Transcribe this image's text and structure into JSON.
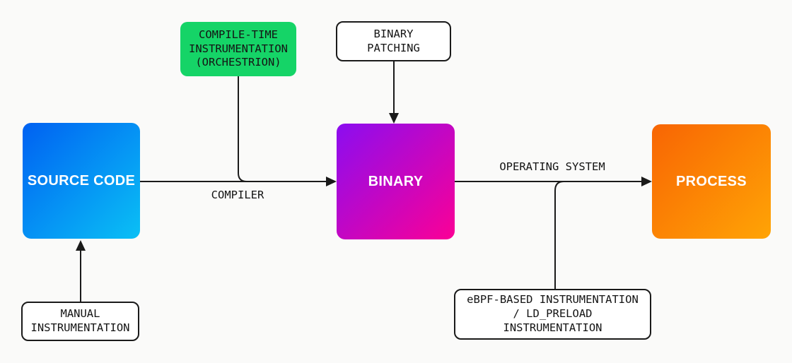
{
  "colors": {
    "background": "#fafaf9",
    "line": "#1a1a1a",
    "box_border": "#1a1a1a",
    "box_bg": "#ffffff",
    "green": "#15d467"
  },
  "nodes": {
    "source_code": {
      "label": "SOURCE CODE",
      "background": "linear-gradient(135deg, #0061f2, #0ac0f5)"
    },
    "binary": {
      "label": "BINARY",
      "background": "linear-gradient(135deg, #8b0df0, #fb0096)"
    },
    "process": {
      "label": "PROCESS",
      "background": "linear-gradient(135deg, #f86504, #ffa405)"
    }
  },
  "annotations": {
    "compile_time": {
      "label": "COMPILE-TIME\nINSTRUMENTATION\n(ORCHESTRION)",
      "background": "#15d467"
    },
    "binary_patching": {
      "label": "BINARY\nPATCHING",
      "background": "#ffffff"
    },
    "manual": {
      "label": "MANUAL\nINSTRUMENTATION",
      "background": "#ffffff"
    },
    "ebpf": {
      "label": "eBPF-BASED INSTRUMENTATION\n/ LD_PRELOAD\nINSTRUMENTATION",
      "background": "#ffffff"
    }
  },
  "edge_labels": {
    "compiler": "COMPILER",
    "operating_system": "OPERATING SYSTEM"
  }
}
